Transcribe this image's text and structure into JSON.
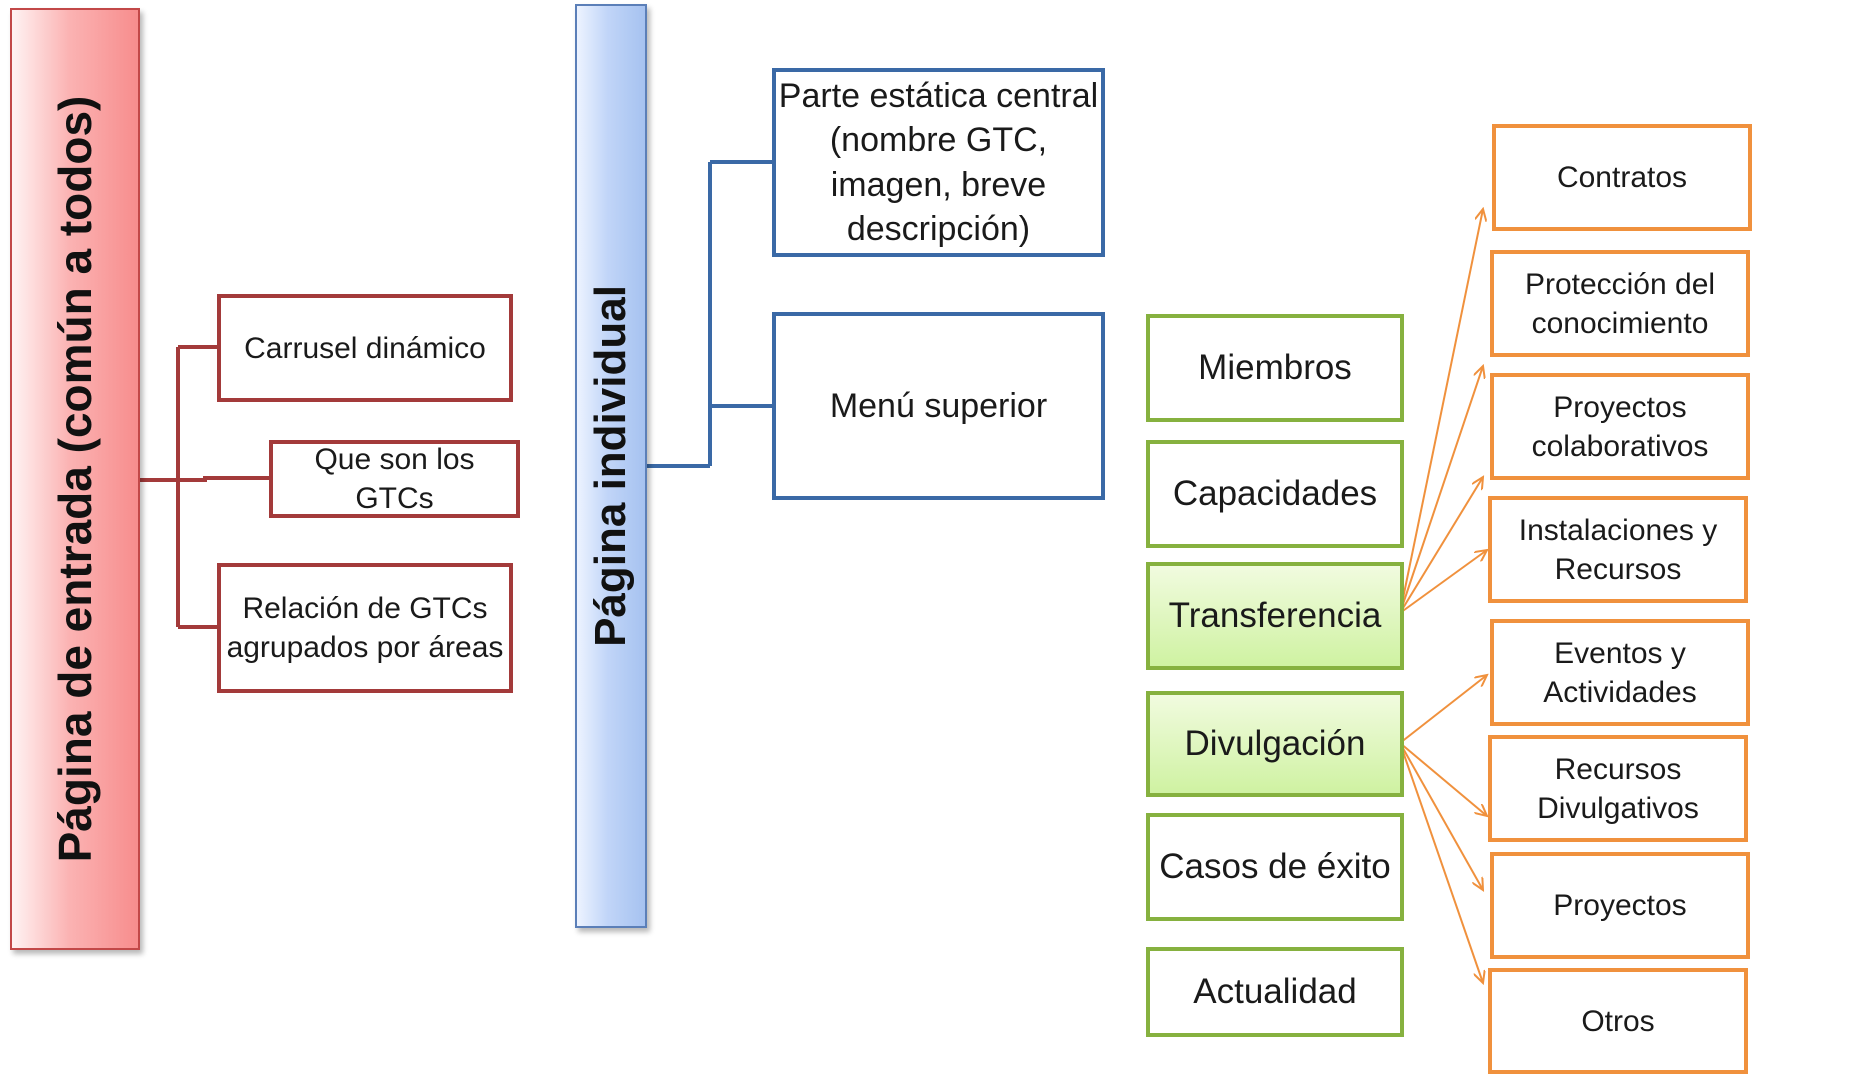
{
  "entry_page": {
    "title": "Página de entrada (común a todos)",
    "items": [
      "Carrusel dinámico",
      "Que son los GTCs",
      "Relación de GTCs\nagrupados por áreas"
    ]
  },
  "individual_page": {
    "title": "Página individual",
    "items": [
      "Parte estática central\n(nombre GTC,\nimagen, breve\ndescripción)",
      "Menú superior"
    ]
  },
  "menu": {
    "items": [
      "Miembros",
      "Capacidades",
      "Transferencia",
      "Divulgación",
      "Casos de éxito",
      "Actualidad"
    ]
  },
  "transferencia_items": [
    "Contratos",
    "Protección del\nconocimiento",
    "Proyectos\ncolaborativos",
    "Instalaciones y\nRecursos"
  ],
  "divulgacion_items": [
    "Eventos y\nActividades",
    "Recursos\nDivulgativos",
    "Proyectos",
    "Otros"
  ],
  "colors": {
    "entry": "#a33a3a",
    "individual": "#3a69a6",
    "menu": "#86b13f",
    "submenu": "#f0913d"
  }
}
